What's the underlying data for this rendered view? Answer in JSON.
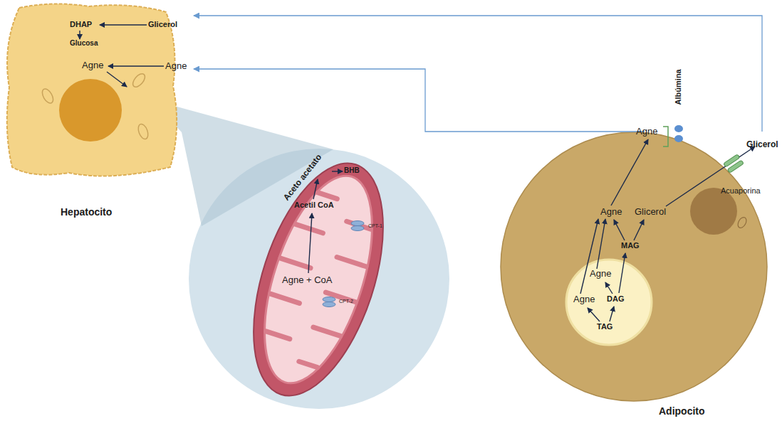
{
  "diagram": {
    "nodes": [
      {
        "text": [
          "DHAP",
          "Glicerol",
          "Glucosa",
          "Agne",
          "Hepatocito"
        ]
      },
      {
        "text": [
          "Aceto acetato",
          "BHB",
          "Acetil CoA",
          "CPT-1",
          "Agne + CoA",
          "CPT-2"
        ]
      },
      {
        "text": [
          "Agne",
          "Glicerol",
          "MAG",
          "Adipocito"
        ]
      },
      {
        "text": [
          "Agne",
          "Agne",
          "DAG",
          "TAG"
        ],
        "in": 2
      }
    ],
    "edges": [
      {
        "from": 2,
        "to": 0,
        "arrow": "to"
      },
      {
        "from": 2,
        "to": 0,
        "arrow": "to"
      }
    ],
    "labels": [
      "Agne",
      "Albúmina",
      "Agne",
      "Glicerol",
      "Acuaporina"
    ]
  }
}
